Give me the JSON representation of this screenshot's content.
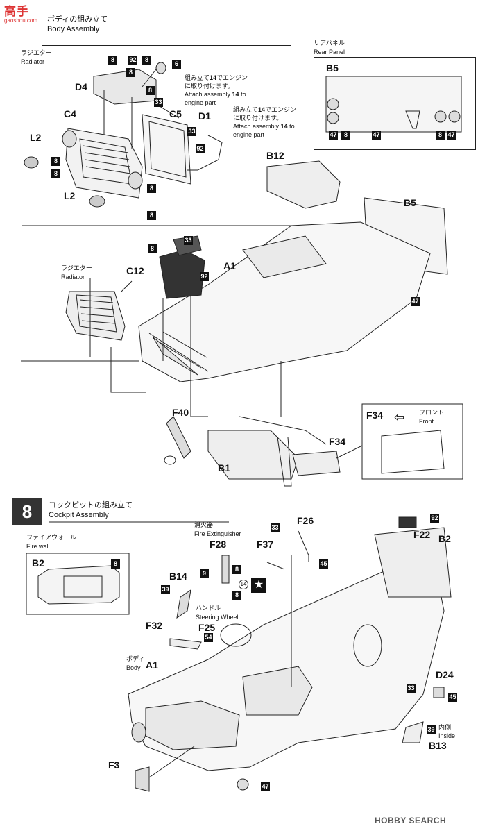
{
  "watermark": {
    "top": "高手",
    "sub": "gaoshou.com"
  },
  "step7": {
    "title_jp": "ボディの組み立て",
    "title_en": "Body Assembly"
  },
  "radiator1": {
    "jp": "ラジエター",
    "en": "Radiator"
  },
  "rear_panel": {
    "jp": "リアパネル",
    "en": "Rear Panel",
    "part": "B5"
  },
  "notes": {
    "n1_jp": "組み立て",
    "n1_jp2": "でエンジン",
    "n1_num": "14",
    "n1_jp3": "に取り付けます。",
    "n1_en": "Attach assembly",
    "n1_en2": "to",
    "n1_en3": "engine part",
    "n2_jp": "組み立て",
    "n2_num": "14",
    "n2_jp2": "でエンジン",
    "n2_jp3": "に取り付けます。",
    "n2_en": "Attach assembly",
    "n2_en2": "to",
    "n2_en3": "engine part"
  },
  "parts": {
    "D4": "D4",
    "C4": "C4",
    "C5": "C5",
    "D1": "D1",
    "L2a": "L2",
    "L2b": "L2",
    "B12": "B12",
    "B5b": "B5",
    "A1": "A1",
    "C12": "C12",
    "F40": "F40",
    "B1": "B1",
    "F34": "F34",
    "F34b": "F34",
    "B2": "B2",
    "B14": "B14",
    "F28": "F28",
    "F37": "F37",
    "F26": "F26",
    "F22": "F22",
    "B2b": "B2",
    "F25": "F25",
    "F32": "F32",
    "A1b": "A1",
    "D24": "D24",
    "B13": "B13",
    "F3": "F3"
  },
  "radiator2": {
    "jp": "ラジエター",
    "en": "Radiator"
  },
  "front": {
    "jp": "フロント",
    "en": "Front"
  },
  "step8": {
    "no": "8",
    "title_jp": "コックピットの組み立て",
    "title_en": "Cockpit Assembly"
  },
  "firewall": {
    "jp": "ファイアウォール",
    "en": "Fire wall"
  },
  "extinguisher": {
    "jp": "消火器",
    "en": "Fire Extinguisher"
  },
  "steering": {
    "jp": "ハンドル",
    "en": "Steering Wheel"
  },
  "body": {
    "jp": "ボディ",
    "en": "Body"
  },
  "inside": {
    "jp": "内側",
    "en": "Inside"
  },
  "colors": {
    "c6": "6",
    "c8": "8",
    "c92": "92",
    "c33": "33",
    "c47": "47",
    "c45": "45",
    "c39": "39",
    "c9": "9",
    "c54": "54",
    "c14": "14"
  },
  "footer": {
    "logo": "HOBBY SEARCH"
  }
}
